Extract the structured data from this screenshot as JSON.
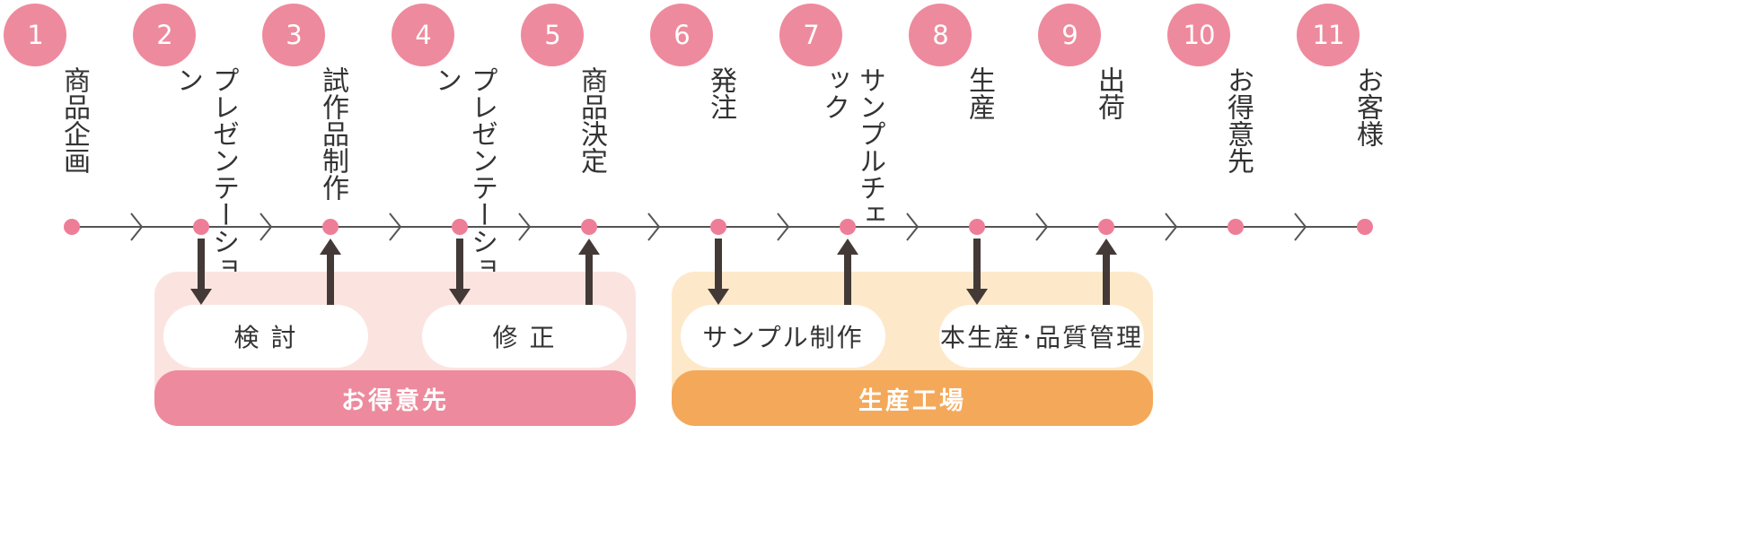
{
  "colors": {
    "pink": "#ee8a9d",
    "dot": "#ee7e98",
    "line": "#555555",
    "arrow": "#433a38",
    "client_panel": "#fbe4e0",
    "factory_panel": "#fde9ca",
    "factory_bar": "#f4a95a"
  },
  "steps": [
    {
      "num": "1",
      "label": "商品企画"
    },
    {
      "num": "2",
      "label": "プレゼンテーション"
    },
    {
      "num": "3",
      "label": "試作品制作"
    },
    {
      "num": "4",
      "label": "プレゼンテーション"
    },
    {
      "num": "5",
      "label": "商品決定"
    },
    {
      "num": "6",
      "label": "発注"
    },
    {
      "num": "7",
      "label": "サンプルチェック"
    },
    {
      "num": "8",
      "label": "生産"
    },
    {
      "num": "9",
      "label": "出荷"
    },
    {
      "num": "10",
      "label": "お得意先"
    },
    {
      "num": "11",
      "label": "お客様"
    }
  ],
  "client": {
    "title": "お得意先",
    "pills": [
      "検 討",
      "修 正"
    ]
  },
  "factory": {
    "title": "生産工場",
    "pills": [
      "サンプル制作",
      "本生産･品質管理"
    ]
  },
  "arrows": [
    {
      "step": 2,
      "direction": "down"
    },
    {
      "step": 3,
      "direction": "up"
    },
    {
      "step": 4,
      "direction": "down"
    },
    {
      "step": 5,
      "direction": "up"
    },
    {
      "step": 6,
      "direction": "down"
    },
    {
      "step": 7,
      "direction": "up"
    },
    {
      "step": 8,
      "direction": "down"
    },
    {
      "step": 9,
      "direction": "up"
    }
  ]
}
